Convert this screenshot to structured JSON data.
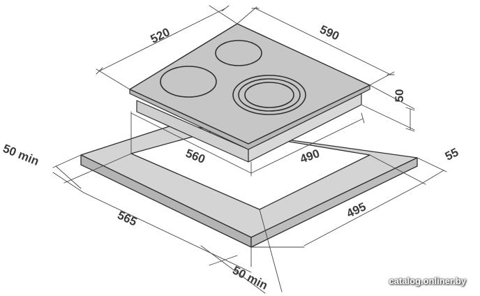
{
  "dimensions": {
    "top_depth": "520",
    "top_width": "590",
    "height": "50",
    "cutout_width": "560",
    "cutout_depth": "490",
    "frame_left_clearance": "50 min",
    "frame_right_clearance": "55",
    "frame_depth": "495",
    "frame_width": "565",
    "frame_front_clearance": "50 min"
  },
  "watermark": "catalog.onliner.by",
  "colors": {
    "surface_gray": "#d0d0d0",
    "hob_glass": "#c6c6c6",
    "frame_side": "#b4b4b4",
    "line": "#2e2e2e",
    "dimension_line": "#444444"
  }
}
